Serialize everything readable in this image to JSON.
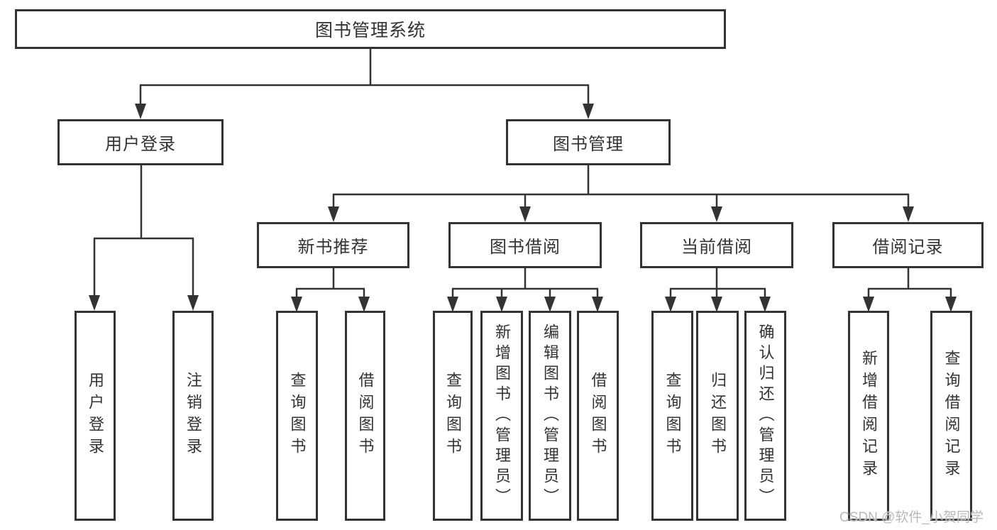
{
  "diagram": {
    "title": "图书管理系统",
    "nodes": {
      "root": {
        "label": "图书管理系统"
      },
      "level2": [
        {
          "label": "用户登录"
        },
        {
          "label": "图书管理"
        }
      ],
      "level3": [
        {
          "label": "新书推荐",
          "parent": "图书管理"
        },
        {
          "label": "图书借阅",
          "parent": "图书管理"
        },
        {
          "label": "当前借阅",
          "parent": "图书管理"
        },
        {
          "label": "借阅记录",
          "parent": "图书管理"
        }
      ],
      "level4": [
        {
          "label": "用户登录",
          "parent": "用户登录"
        },
        {
          "label": "注销登录",
          "parent": "用户登录"
        },
        {
          "label": "查询图书",
          "parent": "新书推荐"
        },
        {
          "label": "借阅图书",
          "parent": "新书推荐"
        },
        {
          "label": "查询图书",
          "parent": "图书借阅"
        },
        {
          "label": "新增图书（管理员）",
          "parent": "图书借阅"
        },
        {
          "label": "编辑图书（管理员）",
          "parent": "图书借阅"
        },
        {
          "label": "借阅图书",
          "parent": "图书借阅"
        },
        {
          "label": "查询图书",
          "parent": "当前借阅"
        },
        {
          "label": "归还图书",
          "parent": "当前借阅"
        },
        {
          "label": "确认归还（管理员）",
          "parent": "当前借阅"
        },
        {
          "label": "新增借阅记录",
          "parent": "借阅记录"
        },
        {
          "label": "查询借阅记录",
          "parent": "借阅记录"
        }
      ]
    },
    "colors": {
      "line": "#333333",
      "box_border": "#333333",
      "text": "#333333",
      "background": "#ffffff",
      "watermark": "#b9b9b9"
    }
  },
  "watermark": {
    "text": "CSDN @软件_小贺同学"
  }
}
